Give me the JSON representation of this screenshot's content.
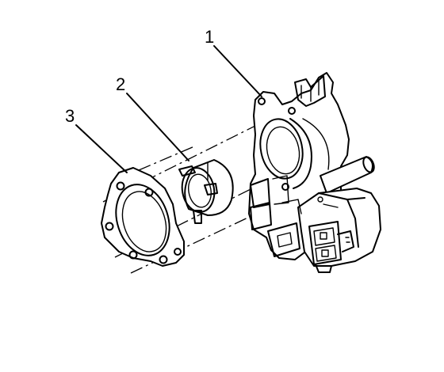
{
  "callouts": {
    "one": "1",
    "two": "2",
    "three": "3"
  },
  "colors": {
    "line": "#000000",
    "background": "#ffffff"
  }
}
